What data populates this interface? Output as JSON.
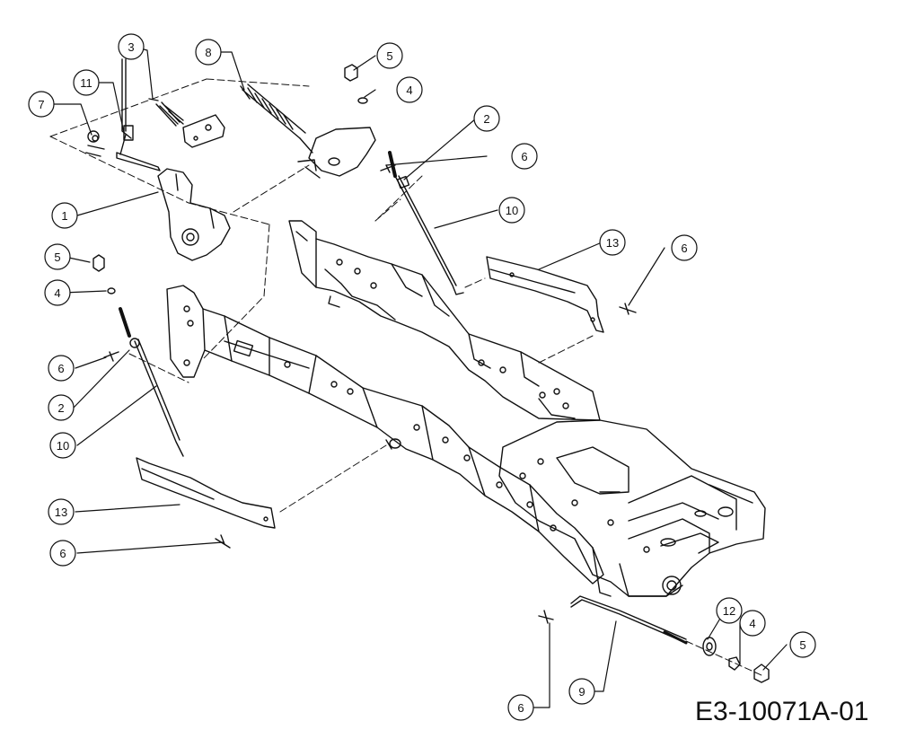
{
  "drawing_number": "E3-10071A-01",
  "callouts": [
    {
      "id": "c-1",
      "label": "1"
    },
    {
      "id": "c-2a",
      "label": "2"
    },
    {
      "id": "c-2b",
      "label": "2"
    },
    {
      "id": "c-3",
      "label": "3"
    },
    {
      "id": "c-4a",
      "label": "4"
    },
    {
      "id": "c-4b",
      "label": "4"
    },
    {
      "id": "c-4c",
      "label": "4"
    },
    {
      "id": "c-5a",
      "label": "5"
    },
    {
      "id": "c-5b",
      "label": "5"
    },
    {
      "id": "c-5c",
      "label": "5"
    },
    {
      "id": "c-6a",
      "label": "6"
    },
    {
      "id": "c-6b",
      "label": "6"
    },
    {
      "id": "c-6c",
      "label": "6"
    },
    {
      "id": "c-6d",
      "label": "6"
    },
    {
      "id": "c-6e",
      "label": "6"
    },
    {
      "id": "c-7",
      "label": "7"
    },
    {
      "id": "c-8",
      "label": "8"
    },
    {
      "id": "c-9",
      "label": "9"
    },
    {
      "id": "c-10a",
      "label": "10"
    },
    {
      "id": "c-10b",
      "label": "10"
    },
    {
      "id": "c-11",
      "label": "11"
    },
    {
      "id": "c-12",
      "label": "12"
    },
    {
      "id": "c-13a",
      "label": "13"
    },
    {
      "id": "c-13b",
      "label": "13"
    }
  ]
}
